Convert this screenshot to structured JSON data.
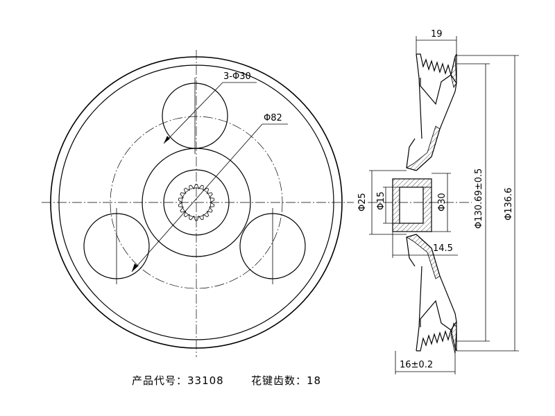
{
  "labels": {
    "hole_pattern": "3-Φ30",
    "pcd": "Φ82",
    "width_top": "19",
    "d25": "Φ25",
    "d15": "Φ15",
    "d30": "Φ30",
    "d14_5": "14.5",
    "d130": "Φ130.69±0.5",
    "d136": "Φ136.6",
    "width_bottom": "16±0.2"
  },
  "captions": {
    "product_code": "产品代号：33108",
    "spline_teeth": "花键齿数：18"
  },
  "spline": {
    "teeth": 18
  }
}
